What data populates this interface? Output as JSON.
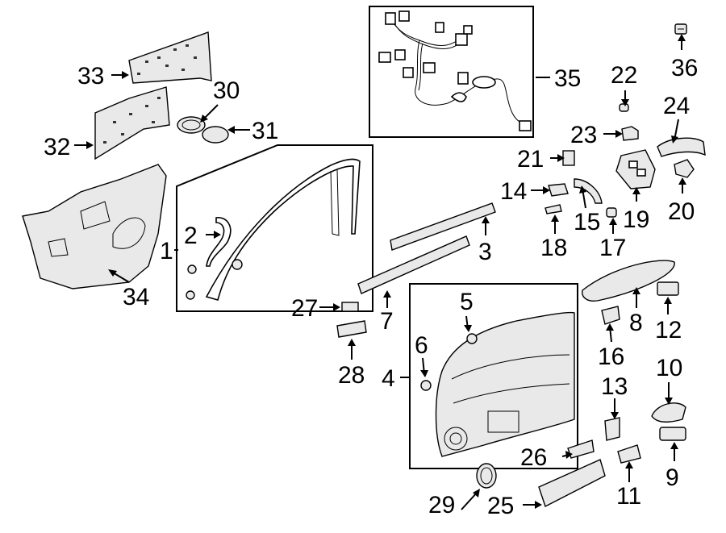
{
  "callouts": [
    {
      "id": "1",
      "label": "1"
    },
    {
      "id": "2",
      "label": "2"
    },
    {
      "id": "3",
      "label": "3"
    },
    {
      "id": "4",
      "label": "4"
    },
    {
      "id": "5",
      "label": "5"
    },
    {
      "id": "6",
      "label": "6"
    },
    {
      "id": "7",
      "label": "7"
    },
    {
      "id": "8",
      "label": "8"
    },
    {
      "id": "9",
      "label": "9"
    },
    {
      "id": "10",
      "label": "10"
    },
    {
      "id": "11",
      "label": "11"
    },
    {
      "id": "12",
      "label": "12"
    },
    {
      "id": "13",
      "label": "13"
    },
    {
      "id": "14",
      "label": "14"
    },
    {
      "id": "15",
      "label": "15"
    },
    {
      "id": "16",
      "label": "16"
    },
    {
      "id": "17",
      "label": "17"
    },
    {
      "id": "18",
      "label": "18"
    },
    {
      "id": "19",
      "label": "19"
    },
    {
      "id": "20",
      "label": "20"
    },
    {
      "id": "21",
      "label": "21"
    },
    {
      "id": "22",
      "label": "22"
    },
    {
      "id": "23",
      "label": "23"
    },
    {
      "id": "24",
      "label": "24"
    },
    {
      "id": "25",
      "label": "25"
    },
    {
      "id": "26",
      "label": "26"
    },
    {
      "id": "27",
      "label": "27"
    },
    {
      "id": "28",
      "label": "28"
    },
    {
      "id": "29",
      "label": "29"
    },
    {
      "id": "30",
      "label": "30"
    },
    {
      "id": "31",
      "label": "31"
    },
    {
      "id": "32",
      "label": "32"
    },
    {
      "id": "33",
      "label": "33"
    },
    {
      "id": "34",
      "label": "34"
    },
    {
      "id": "35",
      "label": "35"
    },
    {
      "id": "36",
      "label": "36"
    }
  ],
  "colors": {
    "line": "#000000",
    "background": "#ffffff",
    "part_fill": "#e9e9e9"
  }
}
